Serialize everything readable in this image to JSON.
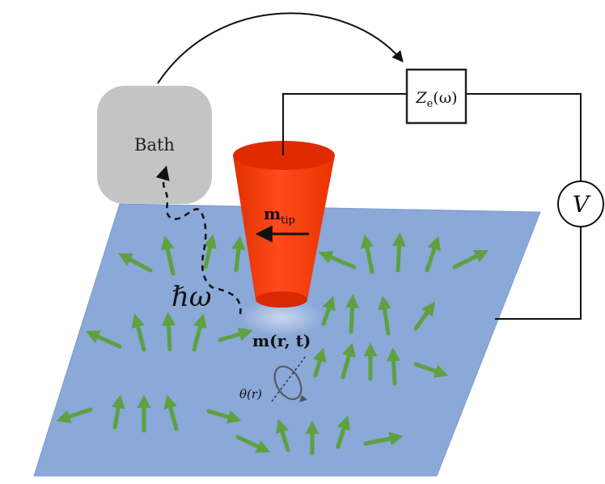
{
  "labels": {
    "bath": "Bath",
    "impedance_main": "Z",
    "impedance_sub": "e",
    "impedance_arg": "(ω)",
    "voltmeter": "V",
    "tip_moment_main": "m",
    "tip_moment_sub": "tip",
    "energy_quantum": "ℏω",
    "magnetization": "m(r, t)",
    "angle": "θ(r)"
  },
  "colors": {
    "surface": "#8aa8d8",
    "arrow": "#5fa040",
    "tip": "#ff3a10",
    "tip_dark": "#e02a00",
    "bath": "#c4c4c4",
    "wire": "#111111"
  },
  "icons": {
    "spin_arrow": "arrow-up-right",
    "precession": "ellipse-orbit"
  }
}
